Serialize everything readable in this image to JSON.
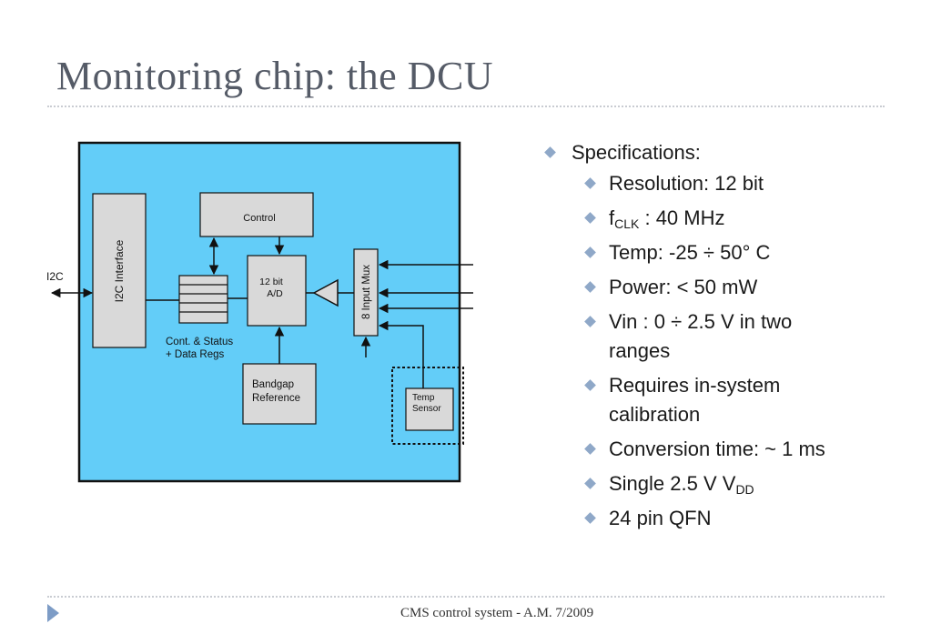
{
  "slide": {
    "title": "Monitoring chip: the DCU",
    "footer": "CMS control system - A.M. 7/2009"
  },
  "diagram": {
    "io_label": "I2C",
    "blocks": {
      "i2c_interface": "I2C Interface",
      "control": "Control",
      "adc_line1": "12 bit",
      "adc_line2": "A/D",
      "mux": "8 Input Mux",
      "regs_line1": "Cont. & Status",
      "regs_line2": "+ Data Regs",
      "bandgap_line1": "Bandgap",
      "bandgap_line2": "Reference",
      "temp_line1": "Temp",
      "temp_line2": "Sensor"
    },
    "colors": {
      "chip": "#63cdf8",
      "block": "#d9d9d9"
    }
  },
  "specs": {
    "heading": "Specifications:",
    "items": [
      {
        "main": "Resolution: 12 bit"
      },
      {
        "main": "f",
        "sub": "CLK",
        "after": " : 40 MHz"
      },
      {
        "main": "Temp: -25 ÷ 50° C"
      },
      {
        "main": "Power: < 50 mW"
      },
      {
        "main": "Vin : 0 ÷ 2.5 V in two ranges"
      },
      {
        "main": "Requires in-system calibration"
      },
      {
        "main": "Conversion time: ~ 1 ms"
      },
      {
        "main": "Single 2.5 V  V",
        "sub": "DD"
      },
      {
        "main": "24 pin QFN"
      }
    ]
  }
}
